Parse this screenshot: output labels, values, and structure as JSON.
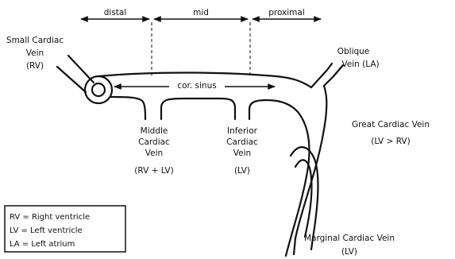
{
  "segments": {
    "distal": "distal",
    "mid": "mid",
    "proximal": "proximal"
  },
  "sinus_label": "cor. sinus",
  "veins": {
    "small_cardiac": [
      "Small Cardiac",
      "Vein",
      "(RV)"
    ],
    "oblique": [
      "Oblique",
      "Vein (LA)"
    ],
    "great_cardiac": [
      "Great Cardiac Vein",
      "(LV > RV)"
    ],
    "middle_cardiac": [
      "Middle",
      "Cardiac",
      "Vein",
      "(RV + LV)"
    ],
    "inferior_cardiac": [
      "Inferior",
      "Cardiac",
      "Vein",
      "(LV)"
    ],
    "marginal_cardiac": [
      "Marginal Cardiac Vein",
      "(LV)"
    ]
  },
  "legend": [
    "RV = Right ventricle",
    "LV = Left ventricle",
    "LA = Left atrium"
  ],
  "colors": {
    "ink": "#111111",
    "background": "#ffffff"
  }
}
